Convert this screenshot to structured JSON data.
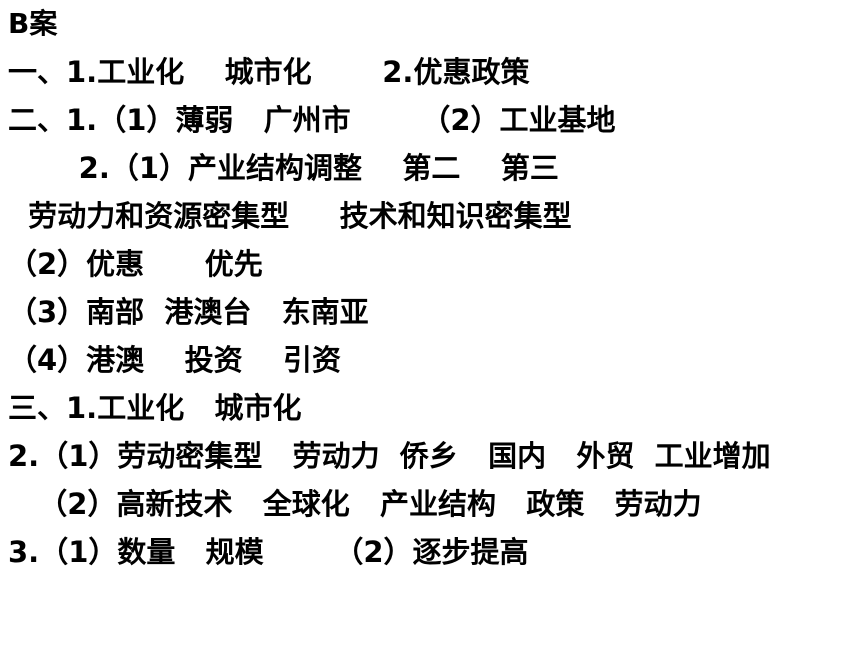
{
  "lines": [
    "B案",
    "一、1.工业化    城市化       2.优惠政策",
    "二、1.（1）薄弱   广州市       （2）工业基地",
    "       2.（1）产业结构调整    第二    第三",
    "  劳动力和资源密集型     技术和知识密集型",
    "（2）优惠      优先",
    "（3）南部  港澳台   东南亚",
    "（4）港澳    投资    引资",
    "三、1.工业化   城市化",
    "2.（1）劳动密集型   劳动力  侨乡   国内   外贸  工业增加",
    "   （2）高新技术   全球化   产业结构   政策   劳动力",
    "3.（1）数量   规模       （2）逐步提高"
  ]
}
